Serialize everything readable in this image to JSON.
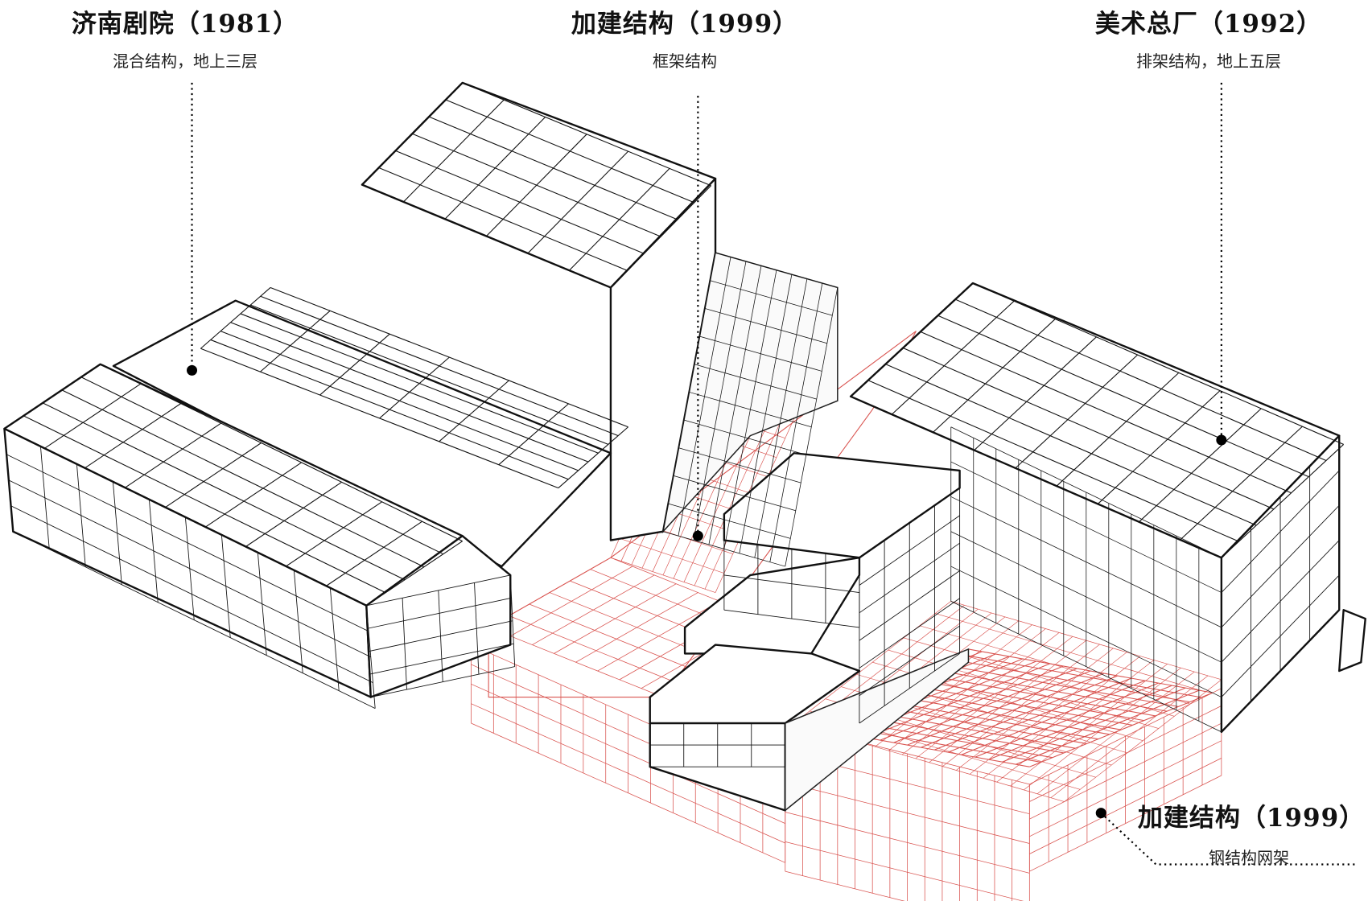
{
  "annotations": [
    {
      "title": "济南剧院（1981）",
      "subtitle": "混合结构，地上三层"
    },
    {
      "title": "加建结构（1999）",
      "subtitle": "框架结构"
    },
    {
      "title": "美术总厂（1992）",
      "subtitle": "排架结构，地上五层"
    },
    {
      "title": "加建结构（1999）",
      "subtitle": "钢结构网架"
    }
  ],
  "colors": {
    "structure": "#111111",
    "steel_addition": "#d9534f",
    "background": "#ffffff"
  }
}
